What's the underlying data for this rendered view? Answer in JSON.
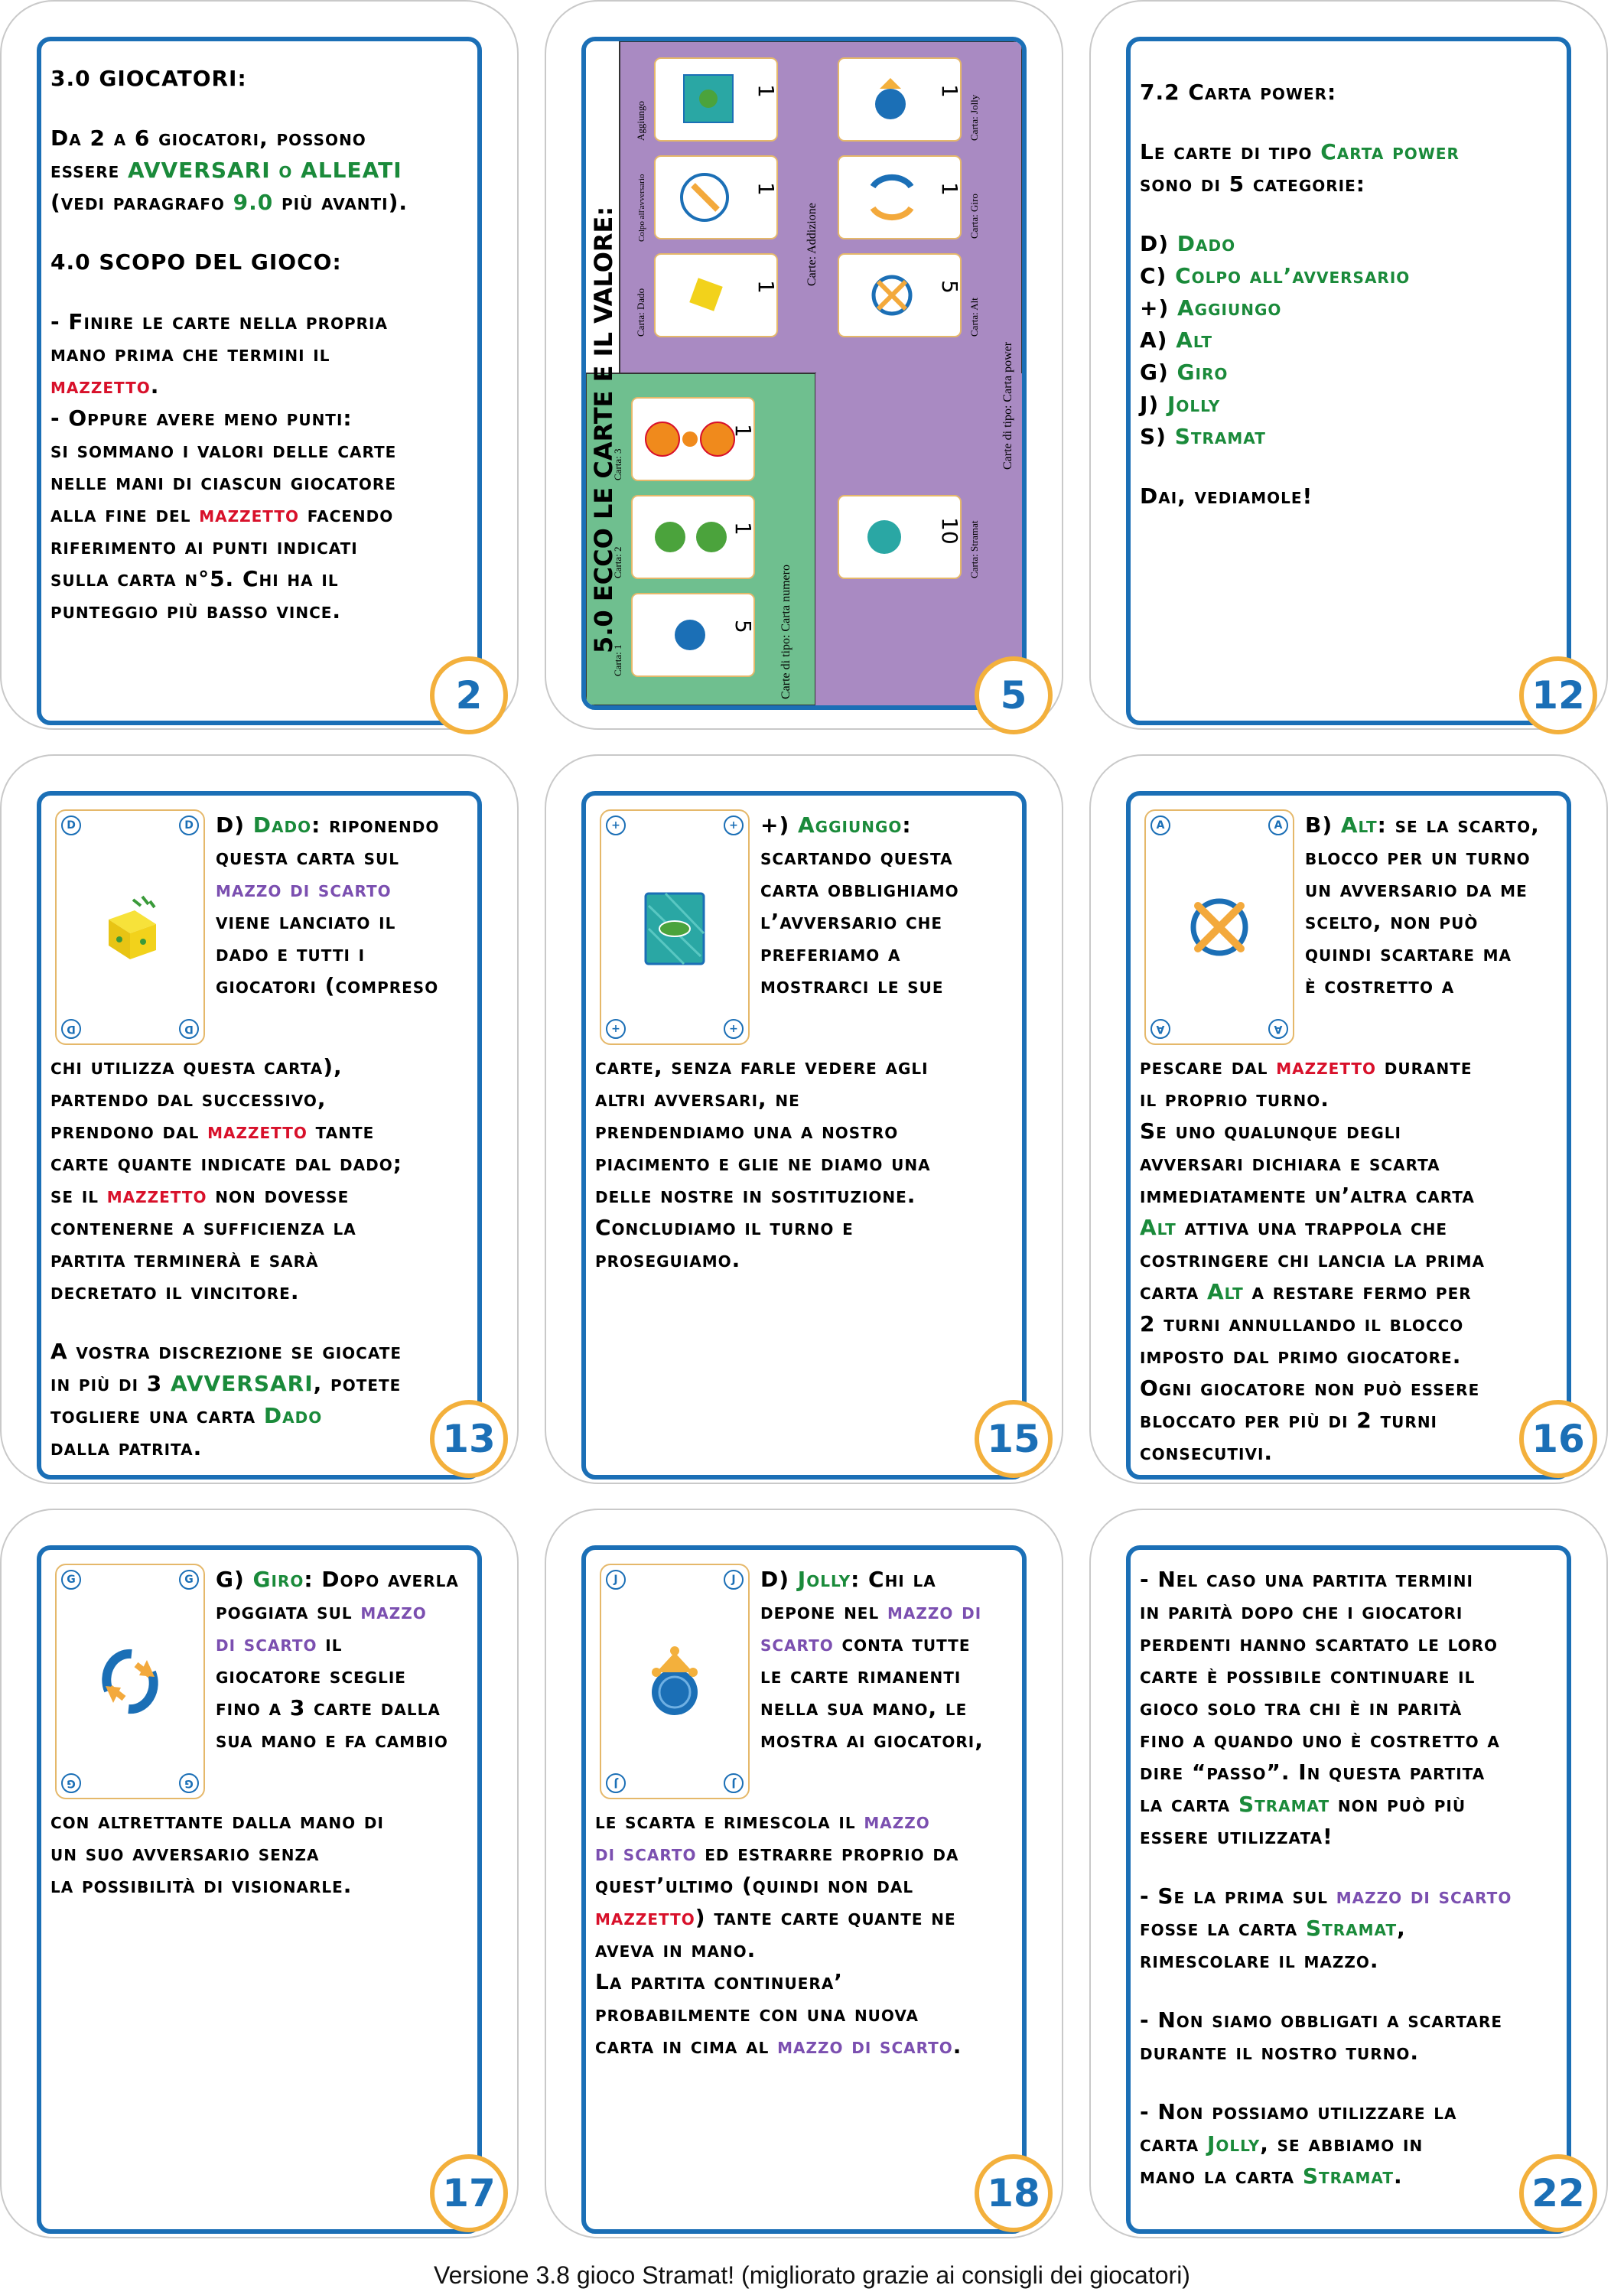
{
  "card2": {
    "number": "2",
    "h1": "3.0 GIOCATORI:",
    "l1": "Da 2 a 6 giocatori, possono",
    "l2a": "essere ",
    "l2b": "AVVERSARI o ALLEATI",
    "l3a": "(vedi paragrafo ",
    "l3b": "9.0",
    "l3c": " più avanti).",
    "h2": "4.0 SCOPO DEL GIOCO:",
    "l4": "- Finire le carte nella propria",
    "l5": "mano prima che termini il",
    "l6a": "mazzetto",
    "l6b": ".",
    "l7": "- Oppure avere meno punti:",
    "l8": "si sommano i valori delle carte",
    "l9": "nelle mani di ciascun giocatore",
    "l10a": "alla fine del ",
    "l10b": "mazzetto",
    "l10c": " facendo",
    "l11": "riferimento ai punti indicati",
    "l12": "sulla carta n°5. Chi ha il",
    "l13": "punteggio più basso vince."
  },
  "card5": {
    "number": "5",
    "title": "5.0 ECCO LE CARTE E IL VALORE:",
    "tipo_numero": "Carte di tipo: Carta numero",
    "tipo_power": "Carte di tipo: Carta power",
    "addizione": "Carte: Addizione",
    "labels": {
      "aggiungo": "Aggiungo",
      "colpo": "Colpo all'avversario",
      "dado": "Carta: Dado",
      "jolly": "Carta: Jolly",
      "giro": "Carta: Giro",
      "alt": "Carta: Alt",
      "stramat": "Carta: Stramat",
      "c3": "Carta: 3",
      "c2": "Carta: 2",
      "c1": "Carta: 1"
    },
    "values": {
      "aggiungo": "1",
      "colpo": "1",
      "dado": "1",
      "jolly": "1",
      "giro": "1",
      "alt": "5",
      "c3": "1",
      "c2": "1",
      "c1": "5",
      "stramat": "10"
    }
  },
  "card12": {
    "number": "12",
    "h": "7.2 Carta power:",
    "l1a": "Le carte di tipo ",
    "l1b": "Carta power",
    "l2": "sono di 5 categorie:",
    "items": [
      {
        "k": "D) ",
        "v": "Dado"
      },
      {
        "k": "C) ",
        "v": "Colpo all’avversario"
      },
      {
        "k": "+) ",
        "v": "Aggiungo"
      },
      {
        "k": "A) ",
        "v": "Alt"
      },
      {
        "k": "G) ",
        "v": "Giro"
      },
      {
        "k": "J) ",
        "v": "Jolly"
      },
      {
        "k": "S) ",
        "v": "Stramat"
      }
    ],
    "end": "Dai, vediamole!"
  },
  "card13": {
    "number": "13",
    "corner": "D",
    "l1a": "D) ",
    "l1b": "Dado",
    "l1c": ": riponendo",
    "l2": "questa carta sul",
    "l3": "mazzo di scarto",
    "l4": "viene lanciato il",
    "l5": "dado e tutti i",
    "l6": "giocatori (compreso",
    "l7": "chi utilizza questa carta),",
    "l8": "partendo dal successivo,",
    "l9a": "prendono dal ",
    "l9b": "mazzetto",
    "l9c": " tante",
    "l10": "carte quante indicate dal dado;",
    "l11a": "se il ",
    "l11b": "mazzetto",
    "l11c": " non dovesse",
    "l12": "contenerne a sufficienza la",
    "l13": "partita terminerà e sarà",
    "l14": "decretato il vincitore.",
    "l15": "A vostra discrezione se giocate",
    "l16a": "in più di 3 ",
    "l16b": "AVVERSARI",
    "l16c": ", potete",
    "l17a": "togliere una carta ",
    "l17b": "Dado",
    "l18": "dalla patrita."
  },
  "card15": {
    "number": "15",
    "corner": "+",
    "l1a": "+) ",
    "l1b": "Aggiungo",
    "l1c": ":",
    "l2": "scartando questa",
    "l3": "carta  obblighiamo",
    "l4": "l’avversario che",
    "l5": "preferiamo a",
    "l6": "mostrarci le sue",
    "l7": "carte, senza farle vedere agli",
    "l8": "altri avversari, ne",
    "l9": "prendendiamo una a nostro",
    "l10": "piacimento e glie ne diamo una",
    "l11": "delle nostre in sostituzione.",
    "l12": "Concludiamo il turno e",
    "l13": "proseguiamo."
  },
  "card16": {
    "number": "16",
    "corner": "A",
    "l1a": "B) ",
    "l1b": "Alt",
    "l1c": ": se la scarto,",
    "l2": "blocco per un turno",
    "l3": "un avversario da me",
    "l4": "scelto, non può",
    "l5": "quindi scartare ma",
    "l6": "è costretto a",
    "l7a": "pescare dal ",
    "l7b": "mazzetto",
    "l7c": " durante",
    "l8": "il proprio turno.",
    "l9": "Se uno qualunque degli",
    "l10": "avversari dichiara e scarta",
    "l11": "immediatamente un’altra carta",
    "l12a": "Alt",
    "l12b": " attiva una trappola che",
    "l13": "costringere chi lancia la prima",
    "l14a": "carta ",
    "l14b": "Alt",
    "l14c": " a restare fermo per",
    "l15": "2 turni annullando il blocco",
    "l16": "imposto dal primo giocatore.",
    "l17": "Ogni giocatore non può essere",
    "l18": "bloccato per più di 2 turni",
    "l19": "consecutivi."
  },
  "card17": {
    "number": "17",
    "corner": "G",
    "l1a": "G) ",
    "l1b": "Giro",
    "l1c": ": Dopo averla",
    "l2a": "poggiata sul ",
    "l2b": "mazzo",
    "l3a": "di scarto",
    "l3b": " il",
    "l4": "giocatore sceglie",
    "l5": "fino a 3 carte dalla",
    "l6": "sua mano e fa cambio",
    "l7": "con altrettante dalla mano di",
    "l8": "un suo avversario senza",
    "l9": "la possibilità di visionarle."
  },
  "card18": {
    "number": "18",
    "corner": "J",
    "l1a": "D) ",
    "l1b": "Jolly",
    "l1c": ": Chi la",
    "l2a": "depone nel ",
    "l2b": "mazzo di",
    "l3a": "scarto",
    "l3b": " conta tutte",
    "l4": "le carte rimanenti",
    "l5": "nella sua mano, le",
    "l6": "mostra ai giocatori,",
    "l7a": "le scarta e rimescola il ",
    "l7b": "mazzo",
    "l8a": "di scarto",
    "l8b": " ed estrarre proprio da",
    "l9": "quest’ultimo (quindi non dal",
    "l10a": "mazzetto",
    "l10b": ") tante carte quante ne",
    "l11": "aveva in mano.",
    "l12": "La partita continuera’",
    "l13": "probabilmente con una nuova",
    "l14a": "carta in cima al ",
    "l14b": "mazzo di scarto",
    "l14c": "."
  },
  "card22": {
    "number": "22",
    "l1": "- Nel caso una partita termini",
    "l2": "in parità dopo che i giocatori",
    "l3": "perdenti hanno scartato le loro",
    "l4": "carte è possibile continuare il",
    "l5": "gioco solo tra chi è in parità",
    "l6": "fino a quando uno è costretto a",
    "l7": "dire “passo”. In questa partita",
    "l8a": "la carta ",
    "l8b": "Stramat",
    "l8c": " non può più",
    "l9": "essere utilizzata!",
    "l10a": "- Se la prima sul ",
    "l10b": "mazzo di scarto",
    "l11a": "fosse la carta ",
    "l11b": "Stramat",
    "l11c": ",",
    "l12": "rimescolare il mazzo.",
    "l13": "- Non siamo obbligati a scartare",
    "l14": "durante il nostro turno.",
    "l15": "- Non possiamo utilizzare la",
    "l16a": "carta ",
    "l16b": "Jolly",
    "l16c": ", se abbiamo in",
    "l17a": "mano la carta ",
    "l17b": "Stramat",
    "l17c": "."
  },
  "footer": "Versione 3.8 gioco Stramat! (migliorato grazie ai consigli dei giocatori)"
}
